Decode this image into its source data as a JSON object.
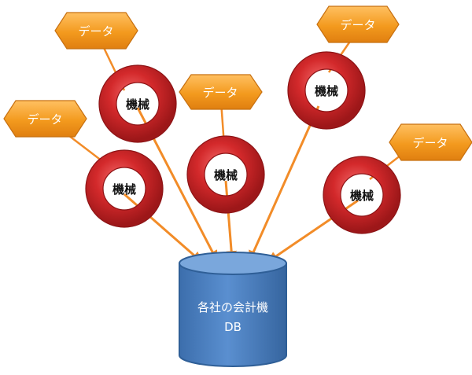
{
  "diagram": {
    "data_label": "データ",
    "machine_label": "機械",
    "database": {
      "line1": "各社の会計機",
      "line2": "DB"
    }
  },
  "colors": {
    "hex_fill": "#f39a1e",
    "hex_stroke": "#c77010",
    "ring_fill": "#d3292b",
    "ring_stroke": "#8d1416",
    "arrow": "#f28c28",
    "cylinder_body": "#4a7fc1",
    "cylinder_top": "#6f9fd8",
    "cylinder_stroke": "#2f5f97"
  }
}
